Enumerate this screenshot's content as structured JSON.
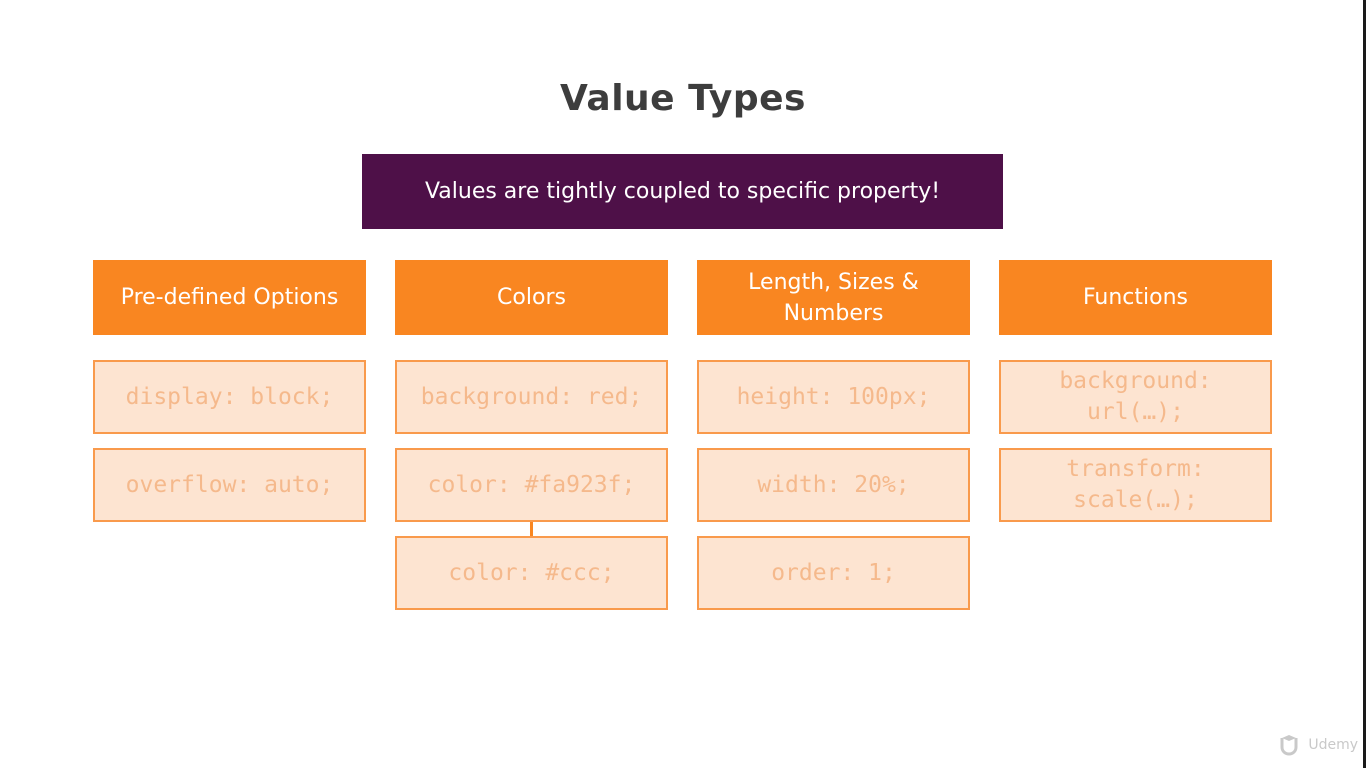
{
  "slide": {
    "title": "Value Types",
    "banner": "Values are tightly coupled to specific property!",
    "columns": [
      {
        "header": "Pre-defined Options",
        "values": [
          "display: block;",
          "overflow: auto;"
        ]
      },
      {
        "header": "Colors",
        "values": [
          "background: red;",
          "color: #fa923f;",
          "color: #ccc;"
        ]
      },
      {
        "header": "Length, Sizes & Numbers",
        "values": [
          "height: 100px;",
          "width: 20%;",
          "order: 1;"
        ]
      },
      {
        "header": "Functions",
        "values": [
          "background:\nurl(…);",
          "transform:\nscale(…);"
        ]
      }
    ]
  },
  "logo": {
    "text": "Udemy",
    "icon": "udemy-logo-icon"
  },
  "colors": {
    "banner": "#4e1048",
    "header": "#f98621",
    "value_bg": "#fde4d1",
    "value_border": "#f99a4c",
    "value_text": "#f5b98c",
    "title": "#3d3d3d"
  }
}
